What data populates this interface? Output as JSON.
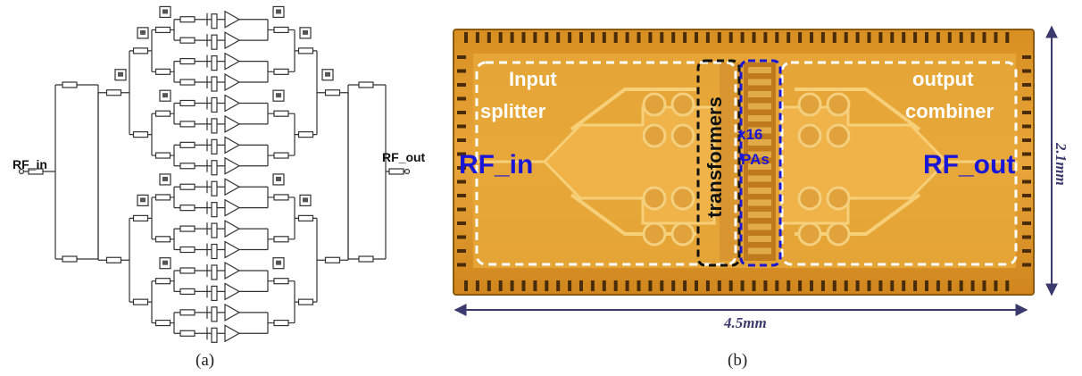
{
  "panel_a": {
    "rf_in_label": "RF_in",
    "rf_out_label": "RF_out",
    "caption": "(a)",
    "amp_count": 16
  },
  "panel_b": {
    "input_label": "Input",
    "splitter_label": "splitter",
    "output_label": "output",
    "combiner_label": "combiner",
    "rf_in_label": "RF_in",
    "rf_out_label": "RF_out",
    "transformers_label": "transformers",
    "x16_label": "x16",
    "pas_label": "PAs",
    "width_label": "4.5mm",
    "height_label": "2.1mm",
    "caption": "(b)"
  },
  "colors": {
    "chip_gold": "#e3a12f",
    "chip_dark": "#b96e13",
    "annotation_blue": "#1a16d6",
    "dimension_navy": "#3b3a6e"
  }
}
